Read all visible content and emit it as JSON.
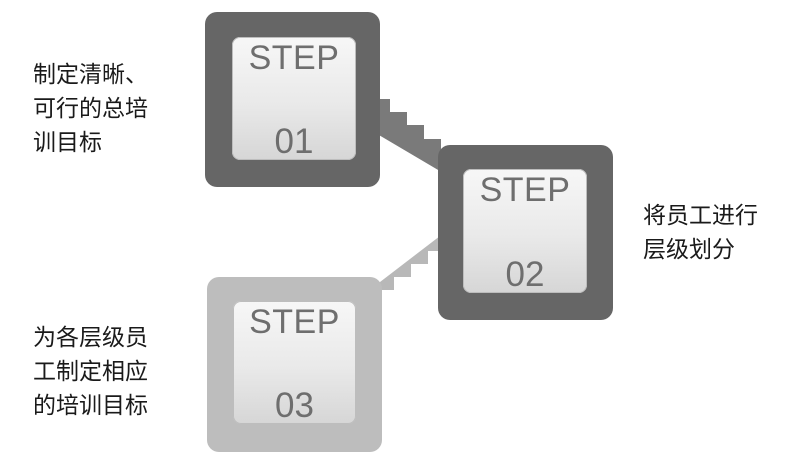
{
  "steps": [
    {
      "label": "STEP",
      "number": "01",
      "description": [
        "制定清晰、",
        "可行的总培",
        "训目标"
      ]
    },
    {
      "label": "STEP",
      "number": "02",
      "description": [
        "将员工进行",
        "层级划分"
      ]
    },
    {
      "label": "STEP",
      "number": "03",
      "description": [
        "为各层级员",
        "工制定相应",
        "的培训目标"
      ]
    }
  ],
  "colors": {
    "frame_dark": "#666666",
    "frame_light": "#bdbdbd",
    "stairs_dark": "#7a7a7a",
    "stairs_light": "#b8b8b8",
    "text": "#1a1a1a",
    "step_text": "#6e6e6e"
  }
}
